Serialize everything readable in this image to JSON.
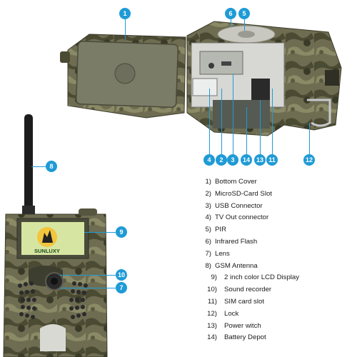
{
  "legend": [
    {
      "num": "1)",
      "label": "Bottom Cover"
    },
    {
      "num": "2)",
      "label": "MicroSD-Card Slot"
    },
    {
      "num": "3)",
      "label": "USB Connector"
    },
    {
      "num": "4)",
      "label": "TV Out connector"
    },
    {
      "num": "5)",
      "label": "PIR"
    },
    {
      "num": "6)",
      "label": "Infrared Flash"
    },
    {
      "num": "7)",
      "label": "Lens"
    },
    {
      "num": "8)",
      "label": "GSM Antenna"
    },
    {
      "num": "9)",
      "label": "2 inch color LCD Display"
    },
    {
      "num": "10)",
      "label": "Sound recorder"
    },
    {
      "num": "11)",
      "label": "SIM card slot"
    },
    {
      "num": "12)",
      "label": "Lock"
    },
    {
      "num": "13)",
      "label": "Power witch"
    },
    {
      "num": "14)",
      "label": "Battery Depot"
    }
  ],
  "callouts": [
    "1",
    "6",
    "5",
    "4",
    "2",
    "3",
    "14",
    "13",
    "11",
    "12",
    "8",
    "9",
    "10",
    "7"
  ],
  "brand": "SUNLUXY",
  "colors": {
    "callout": "#1f9bd6",
    "camo_dark": "#4b4a33",
    "camo_light": "#8b8a66",
    "casing": "#6e6d52"
  }
}
